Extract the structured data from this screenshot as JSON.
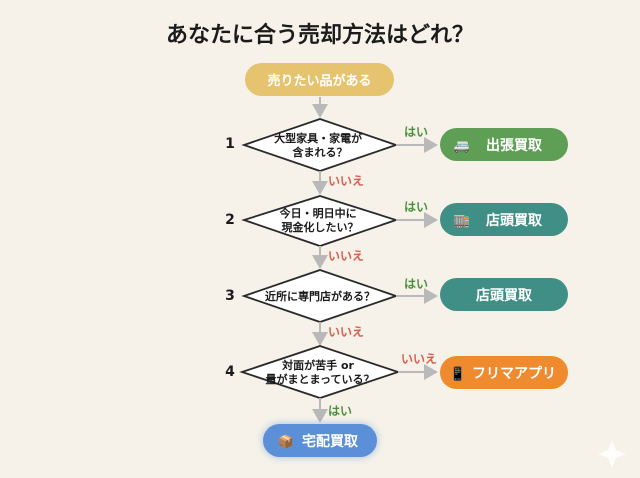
{
  "title": "あなたに合う売却方法はどれ？",
  "colors": {
    "background": "#f6f2e9",
    "start": "#e6c36e",
    "green": "#5f9e55",
    "teal": "#3f8f86",
    "orange": "#ef8a2e",
    "blue": "#5b8fd8",
    "yes": "#4e8f3e",
    "no": "#d4604e",
    "arrow": "#b9b9b9",
    "diamond_border": "#2a2a2a"
  },
  "start": {
    "label": "売りたい品がある"
  },
  "questions": [
    {
      "number": "1",
      "lines": [
        "大型家具・家電が",
        "含まれる？"
      ],
      "branch_label": "はい",
      "next_label": "いいえ"
    },
    {
      "number": "2",
      "lines": [
        "今日・明日中に",
        "現金化したい？"
      ],
      "branch_label": "はい",
      "next_label": "いいえ"
    },
    {
      "number": "3",
      "lines": [
        "近所に専門店がある？"
      ],
      "branch_label": "はい",
      "next_label": "いいえ"
    },
    {
      "number": "4",
      "lines": [
        "対面が苦手 or",
        "量がまとまっている？"
      ],
      "branch_label": "いいえ",
      "next_label": "はい"
    }
  ],
  "results": [
    {
      "label": "出張買取",
      "icon": "truck-icon",
      "glyph": "🚐"
    },
    {
      "label": "店頭買取",
      "icon": "store-icon",
      "glyph": "🏬"
    },
    {
      "label": "店頭買取",
      "icon": "",
      "glyph": ""
    },
    {
      "label": "フリマアプリ",
      "icon": "phone-icon",
      "glyph": "📱"
    }
  ],
  "final": {
    "label": "宅配買取",
    "icon": "package-icon",
    "glyph": "📦"
  }
}
